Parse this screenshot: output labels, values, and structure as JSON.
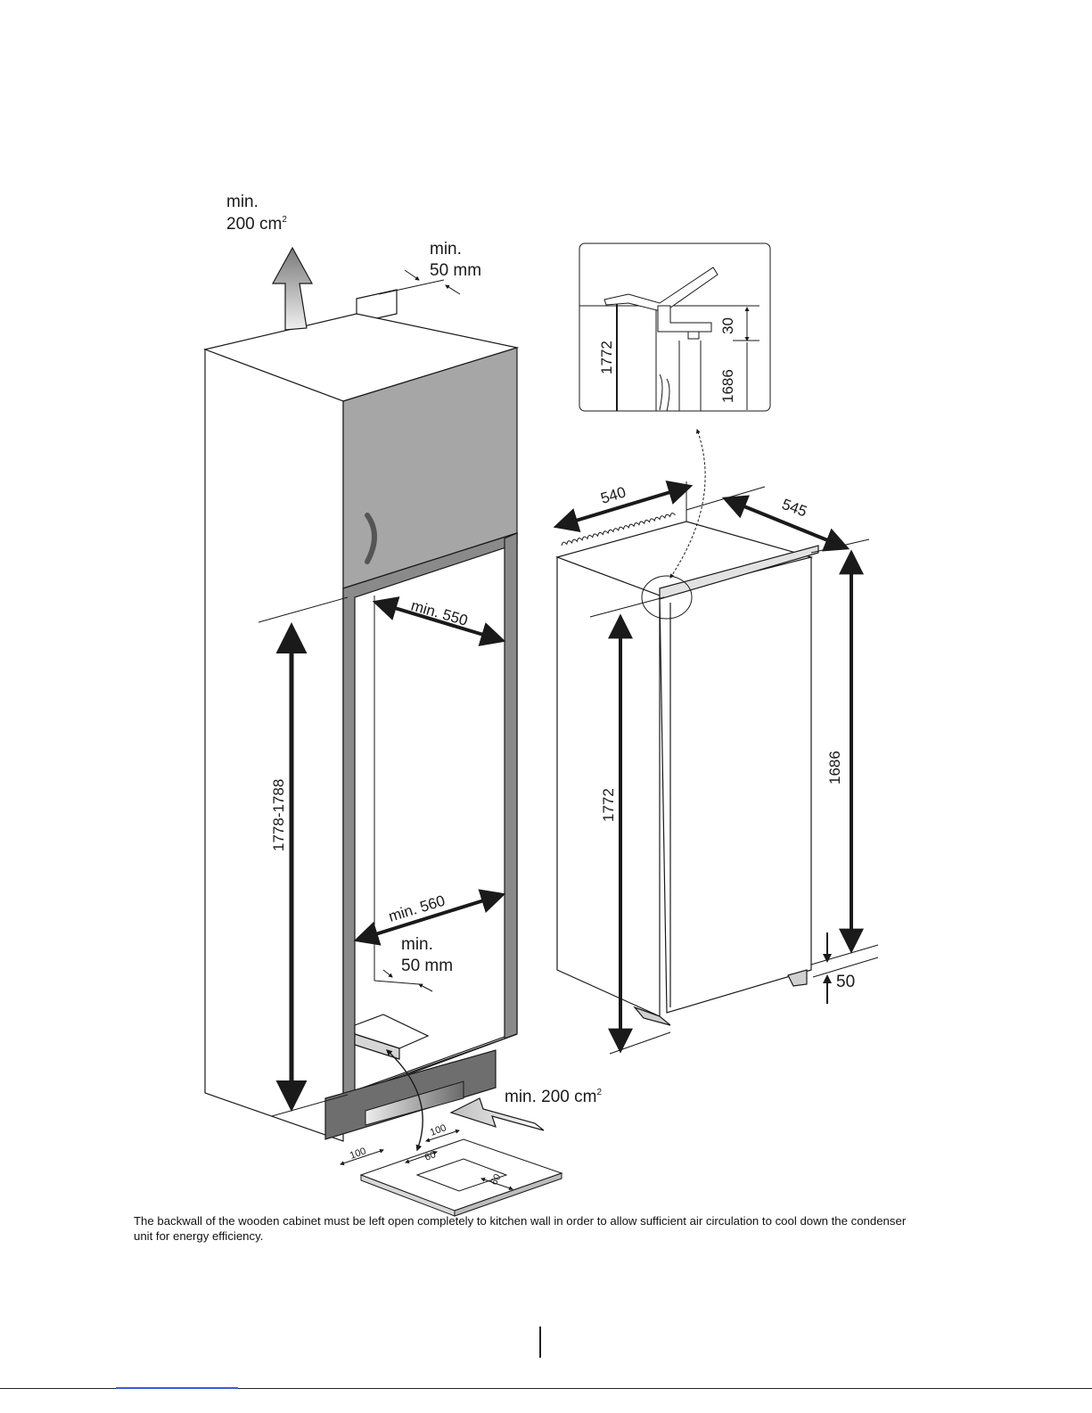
{
  "vent_top": {
    "line1": "min.",
    "line2": "200 cm",
    "sup": "2"
  },
  "gap_top": {
    "line1": "min.",
    "line2": "50 mm"
  },
  "gap_bottom": {
    "line1": "min.",
    "line2": "50 mm"
  },
  "vent_bottom": {
    "text": "min. 200 cm",
    "sup": "2"
  },
  "cabinet": {
    "depth": "min. 550",
    "width": "min. 560",
    "height": "1778-1788"
  },
  "appliance": {
    "width": "540",
    "depth": "545",
    "height_total": "1772",
    "height_door": "1686",
    "foot": "50"
  },
  "detail": {
    "h_total": "1772",
    "h_door": "1686",
    "gap": "30"
  },
  "plinth": {
    "a": "100",
    "b": "100",
    "c": "60",
    "d": "60"
  },
  "note": {
    "line1": "The backwall of the wooden cabinet must be left open completely to kitchen wall in order to allow sufficient air circulation to cool down the condenser",
    "line2": " unit for energy efficiency."
  },
  "colors": {
    "door_panel": "#a6a6a6",
    "plinth": "#6e6e6e",
    "frame": "#8a8a8a"
  }
}
